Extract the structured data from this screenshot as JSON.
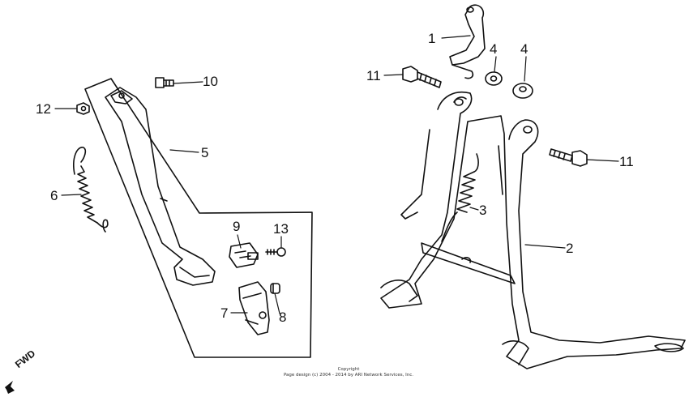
{
  "callouts": {
    "c1": "1",
    "c2": "2",
    "c3": "3",
    "c4a": "4",
    "c4b": "4",
    "c5": "5",
    "c6": "6",
    "c7": "7",
    "c8": "8",
    "c9": "9",
    "c10": "10",
    "c11a": "11",
    "c11b": "11",
    "c12": "12",
    "c13": "13"
  },
  "footer": {
    "copyright_title": "Copyright",
    "copyright_text": "Page design (c) 2004 - 2014 by ARI Network Services, Inc."
  },
  "direction": {
    "label": "FWD"
  }
}
